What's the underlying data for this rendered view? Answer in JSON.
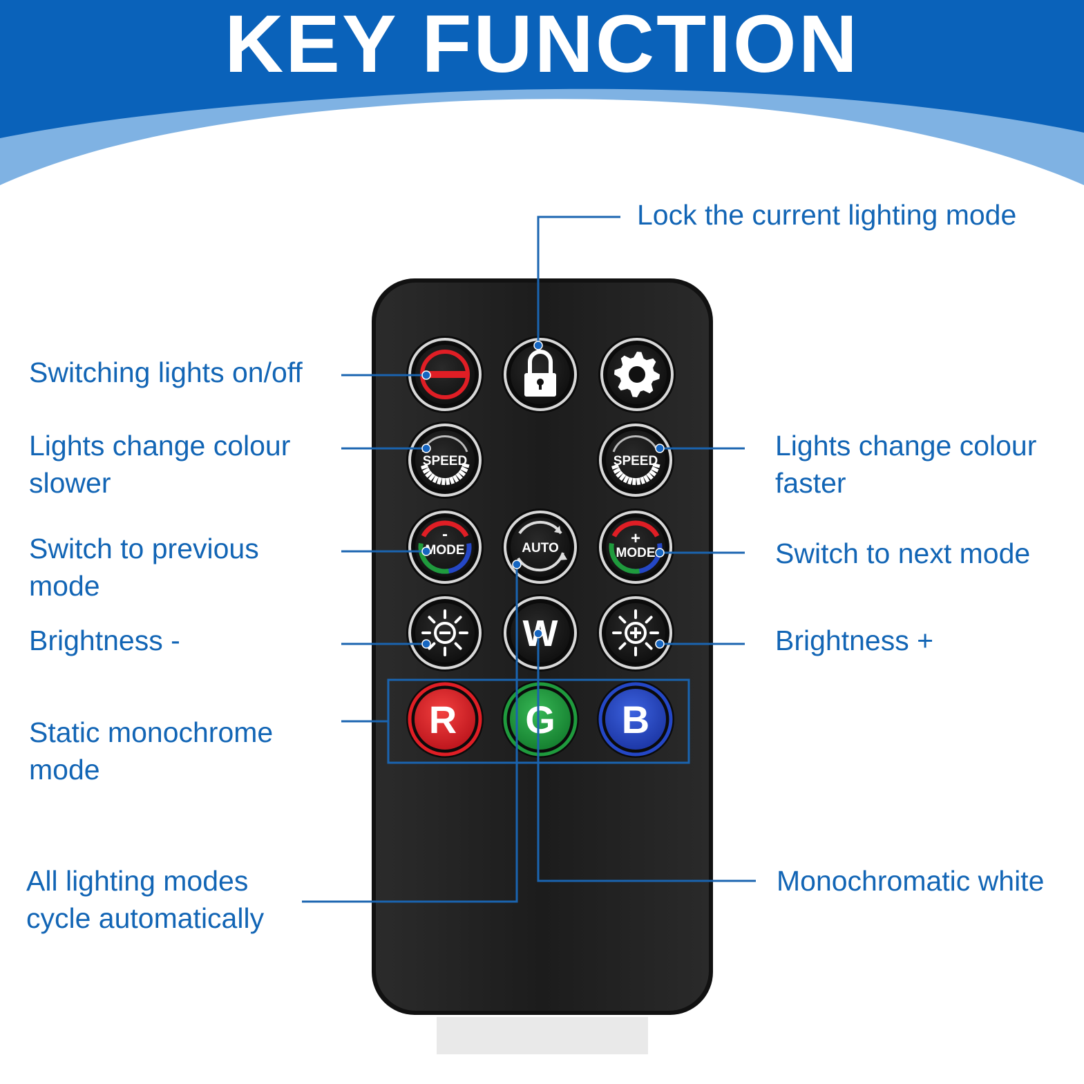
{
  "header": {
    "title": "KEY FUNCTION",
    "colors": {
      "band": "#0a62ba",
      "band_light": "#7fb2e3"
    }
  },
  "labels": {
    "lock": "Lock the current lighting mode",
    "onoff": "Switching lights on/off",
    "slower_1": "Lights change colour",
    "slower_2": "slower",
    "faster_1": "Lights change colour",
    "faster_2": "faster",
    "prev_1": "Switch to previous",
    "prev_2": "mode",
    "next": "Switch to next mode",
    "bright_down": "Brightness -",
    "bright_up": "Brightness +",
    "static_1": "Static monochrome",
    "static_2": "mode",
    "auto_1": "All lighting modes",
    "auto_2": "cycle automatically",
    "white": "Monochromatic white"
  },
  "remote": {
    "buttons": {
      "speed": "SPEED",
      "mode": "MODE",
      "auto": "AUTO",
      "white": "W",
      "red": "R",
      "green": "G",
      "blue": "B",
      "minus": "-",
      "plus": "+"
    },
    "icons": [
      "power-icon",
      "lock-icon",
      "gear-icon",
      "brightness-down-icon",
      "brightness-up-icon",
      "auto-cycle-icon"
    ]
  },
  "colors": {
    "label_text": "#1265b5",
    "leader_line": "#1a64b0",
    "remote_body": "#1e1e1e",
    "red": "#e01e25",
    "green": "#1f9b3d",
    "blue": "#2447c6"
  }
}
